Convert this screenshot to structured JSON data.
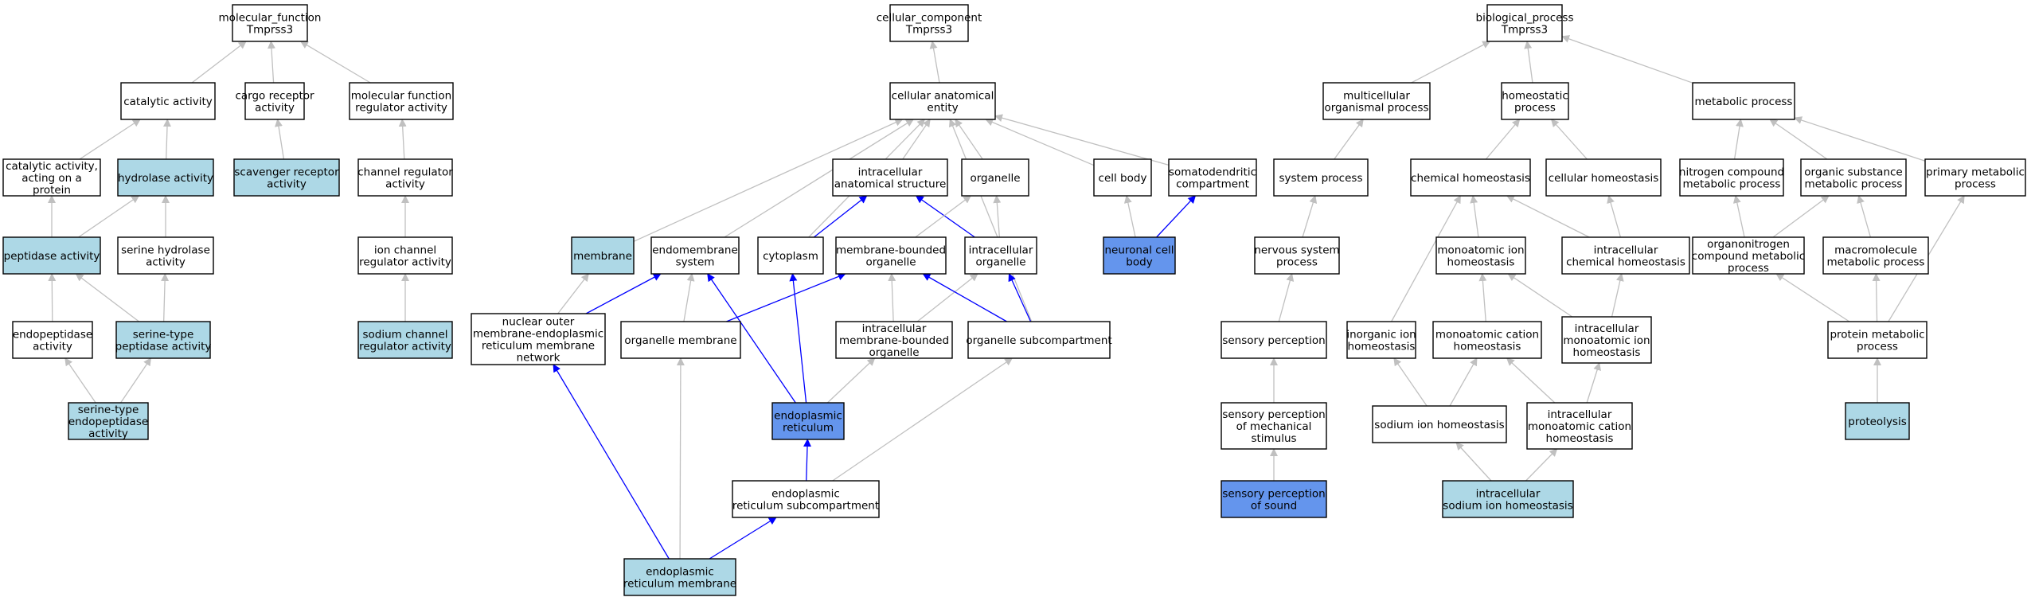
{
  "colors": {
    "plain": "#ffffff",
    "light": "#add8e6",
    "strong": "#6495ed",
    "edge_gray": "#c0c0c0",
    "edge_blue": "#0000ff"
  },
  "nodes": {
    "mf": {
      "lines": [
        "molecular_function",
        "Tmprss3"
      ],
      "fill": "plain"
    },
    "catalytic": {
      "lines": [
        "catalytic activity"
      ],
      "fill": "plain"
    },
    "cargo": {
      "lines": [
        "cargo receptor",
        "activity"
      ],
      "fill": "plain"
    },
    "mfreg": {
      "lines": [
        "molecular function",
        "regulator activity"
      ],
      "fill": "plain"
    },
    "catprot": {
      "lines": [
        "catalytic activity,",
        "acting on a",
        "protein"
      ],
      "fill": "plain"
    },
    "hydrolase": {
      "lines": [
        "hydrolase activity"
      ],
      "fill": "light"
    },
    "scavenger": {
      "lines": [
        "scavenger receptor",
        "activity"
      ],
      "fill": "light"
    },
    "chanreg": {
      "lines": [
        "channel regulator",
        "activity"
      ],
      "fill": "plain"
    },
    "peptidase": {
      "lines": [
        "peptidase activity"
      ],
      "fill": "light"
    },
    "serhyd": {
      "lines": [
        "serine hydrolase",
        "activity"
      ],
      "fill": "plain"
    },
    "ionchan": {
      "lines": [
        "ion channel",
        "regulator activity"
      ],
      "fill": "plain"
    },
    "endopep": {
      "lines": [
        "endopeptidase",
        "activity"
      ],
      "fill": "plain"
    },
    "serpep": {
      "lines": [
        "serine-type",
        "peptidase activity"
      ],
      "fill": "light"
    },
    "sodchan": {
      "lines": [
        "sodium channel",
        "regulator activity"
      ],
      "fill": "light"
    },
    "serendo": {
      "lines": [
        "serine-type",
        "endopeptidase",
        "activity"
      ],
      "fill": "light"
    },
    "cc": {
      "lines": [
        "cellular_component",
        "Tmprss3"
      ],
      "fill": "plain"
    },
    "cae": {
      "lines": [
        "cellular anatomical",
        "entity"
      ],
      "fill": "plain"
    },
    "ias": {
      "lines": [
        "intracellular",
        "anatomical structure"
      ],
      "fill": "plain"
    },
    "organelle": {
      "lines": [
        "organelle"
      ],
      "fill": "plain"
    },
    "cellbody": {
      "lines": [
        "cell body"
      ],
      "fill": "plain"
    },
    "somato": {
      "lines": [
        "somatodendritic",
        "compartment"
      ],
      "fill": "plain"
    },
    "membrane": {
      "lines": [
        "membrane"
      ],
      "fill": "light"
    },
    "endomem": {
      "lines": [
        "endomembrane",
        "system"
      ],
      "fill": "plain"
    },
    "cytoplasm": {
      "lines": [
        "cytoplasm"
      ],
      "fill": "plain"
    },
    "mbo": {
      "lines": [
        "membrane-bounded",
        "organelle"
      ],
      "fill": "plain"
    },
    "intraorg": {
      "lines": [
        "intracellular",
        "organelle"
      ],
      "fill": "plain"
    },
    "neuronal": {
      "lines": [
        "neuronal cell",
        "body"
      ],
      "fill": "strong"
    },
    "nuclear": {
      "lines": [
        "nuclear outer",
        "membrane-endoplasmic",
        "reticulum membrane",
        "network"
      ],
      "fill": "plain"
    },
    "orgmem": {
      "lines": [
        "organelle membrane"
      ],
      "fill": "plain"
    },
    "imbo": {
      "lines": [
        "intracellular",
        "membrane-bounded",
        "organelle"
      ],
      "fill": "plain"
    },
    "orgsub": {
      "lines": [
        "organelle subcompartment"
      ],
      "fill": "plain"
    },
    "er": {
      "lines": [
        "endoplasmic",
        "reticulum"
      ],
      "fill": "strong"
    },
    "ersub": {
      "lines": [
        "endoplasmic",
        "reticulum subcompartment"
      ],
      "fill": "plain"
    },
    "ermem": {
      "lines": [
        "endoplasmic",
        "reticulum membrane"
      ],
      "fill": "light"
    },
    "bp": {
      "lines": [
        "biological_process",
        "Tmprss3"
      ],
      "fill": "plain"
    },
    "multi": {
      "lines": [
        "multicellular",
        "organismal process"
      ],
      "fill": "plain"
    },
    "homeo": {
      "lines": [
        "homeostatic",
        "process"
      ],
      "fill": "plain"
    },
    "metab": {
      "lines": [
        "metabolic process"
      ],
      "fill": "plain"
    },
    "sysproc": {
      "lines": [
        "system process"
      ],
      "fill": "plain"
    },
    "chemhom": {
      "lines": [
        "chemical homeostasis"
      ],
      "fill": "plain"
    },
    "cellhom": {
      "lines": [
        "cellular homeostasis"
      ],
      "fill": "plain"
    },
    "nitro": {
      "lines": [
        "nitrogen compound",
        "metabolic process"
      ],
      "fill": "plain"
    },
    "orgsubst": {
      "lines": [
        "organic substance",
        "metabolic process"
      ],
      "fill": "plain"
    },
    "primary": {
      "lines": [
        "primary metabolic",
        "process"
      ],
      "fill": "plain"
    },
    "nervous": {
      "lines": [
        "nervous system",
        "process"
      ],
      "fill": "plain"
    },
    "monoion": {
      "lines": [
        "monoatomic ion",
        "homeostasis"
      ],
      "fill": "plain"
    },
    "icchem": {
      "lines": [
        "intracellular",
        "chemical homeostasis"
      ],
      "fill": "plain"
    },
    "organon": {
      "lines": [
        "organonitrogen",
        "compound metabolic",
        "process"
      ],
      "fill": "plain"
    },
    "macro": {
      "lines": [
        "macromolecule",
        "metabolic process"
      ],
      "fill": "plain"
    },
    "sensperc": {
      "lines": [
        "sensory perception"
      ],
      "fill": "plain"
    },
    "inorg": {
      "lines": [
        "inorganic ion",
        "homeostasis"
      ],
      "fill": "plain"
    },
    "monocat": {
      "lines": [
        "monoatomic cation",
        "homeostasis"
      ],
      "fill": "plain"
    },
    "icmonoion": {
      "lines": [
        "intracellular",
        "monoatomic ion",
        "homeostasis"
      ],
      "fill": "plain"
    },
    "protmet": {
      "lines": [
        "protein metabolic",
        "process"
      ],
      "fill": "plain"
    },
    "sensmech": {
      "lines": [
        "sensory perception",
        "of mechanical",
        "stimulus"
      ],
      "fill": "plain"
    },
    "sodhom": {
      "lines": [
        "sodium ion homeostasis"
      ],
      "fill": "plain"
    },
    "icmonocat": {
      "lines": [
        "intracellular",
        "monoatomic cation",
        "homeostasis"
      ],
      "fill": "plain"
    },
    "proteolysis": {
      "lines": [
        "proteolysis"
      ],
      "fill": "light"
    },
    "senssound": {
      "lines": [
        "sensory perception",
        "of sound"
      ],
      "fill": "strong"
    },
    "icsod": {
      "lines": [
        "intracellular",
        "sodium ion homeostasis"
      ],
      "fill": "light"
    }
  },
  "edges": [
    [
      "catalytic",
      "mf",
      "gray"
    ],
    [
      "cargo",
      "mf",
      "gray"
    ],
    [
      "mfreg",
      "mf",
      "gray"
    ],
    [
      "catprot",
      "catalytic",
      "gray"
    ],
    [
      "hydrolase",
      "catalytic",
      "gray"
    ],
    [
      "scavenger",
      "cargo",
      "gray"
    ],
    [
      "chanreg",
      "mfreg",
      "gray"
    ],
    [
      "peptidase",
      "catprot",
      "gray"
    ],
    [
      "peptidase",
      "hydrolase",
      "gray"
    ],
    [
      "serhyd",
      "hydrolase",
      "gray"
    ],
    [
      "ionchan",
      "chanreg",
      "gray"
    ],
    [
      "endopep",
      "peptidase",
      "gray"
    ],
    [
      "serpep",
      "peptidase",
      "gray"
    ],
    [
      "serpep",
      "serhyd",
      "gray"
    ],
    [
      "sodchan",
      "ionchan",
      "gray"
    ],
    [
      "serendo",
      "endopep",
      "gray"
    ],
    [
      "serendo",
      "serpep",
      "gray"
    ],
    [
      "cae",
      "cc",
      "gray"
    ],
    [
      "ias",
      "cae",
      "gray"
    ],
    [
      "organelle",
      "cae",
      "gray"
    ],
    [
      "cellbody",
      "cae",
      "gray"
    ],
    [
      "somato",
      "cae",
      "gray"
    ],
    [
      "membrane",
      "cae",
      "gray"
    ],
    [
      "endomem",
      "cae",
      "gray"
    ],
    [
      "cytoplasm",
      "cae",
      "gray"
    ],
    [
      "orgsub",
      "cae",
      "gray"
    ],
    [
      "cytoplasm",
      "ias",
      "blue"
    ],
    [
      "intraorg",
      "ias",
      "blue"
    ],
    [
      "mbo",
      "organelle",
      "gray"
    ],
    [
      "intraorg",
      "organelle",
      "gray"
    ],
    [
      "neuronal",
      "cellbody",
      "gray"
    ],
    [
      "neuronal",
      "somato",
      "blue"
    ],
    [
      "nuclear",
      "membrane",
      "gray"
    ],
    [
      "nuclear",
      "endomem",
      "blue"
    ],
    [
      "orgmem",
      "endomem",
      "gray"
    ],
    [
      "orgmem",
      "mbo",
      "blue"
    ],
    [
      "imbo",
      "mbo",
      "gray"
    ],
    [
      "imbo",
      "intraorg",
      "gray"
    ],
    [
      "orgsub",
      "mbo",
      "blue"
    ],
    [
      "orgsub",
      "intraorg",
      "blue"
    ],
    [
      "er",
      "endomem",
      "blue"
    ],
    [
      "er",
      "cytoplasm",
      "blue"
    ],
    [
      "er",
      "imbo",
      "gray"
    ],
    [
      "ersub",
      "er",
      "blue"
    ],
    [
      "ersub",
      "orgsub",
      "gray"
    ],
    [
      "ermem",
      "nuclear",
      "blue"
    ],
    [
      "ermem",
      "orgmem",
      "gray"
    ],
    [
      "ermem",
      "ersub",
      "blue"
    ],
    [
      "multi",
      "bp",
      "gray"
    ],
    [
      "homeo",
      "bp",
      "gray"
    ],
    [
      "metab",
      "bp",
      "gray"
    ],
    [
      "sysproc",
      "multi",
      "gray"
    ],
    [
      "chemhom",
      "homeo",
      "gray"
    ],
    [
      "cellhom",
      "homeo",
      "gray"
    ],
    [
      "nitro",
      "metab",
      "gray"
    ],
    [
      "orgsubst",
      "metab",
      "gray"
    ],
    [
      "primary",
      "metab",
      "gray"
    ],
    [
      "nervous",
      "sysproc",
      "gray"
    ],
    [
      "monoion",
      "chemhom",
      "gray"
    ],
    [
      "icchem",
      "chemhom",
      "gray"
    ],
    [
      "icchem",
      "cellhom",
      "gray"
    ],
    [
      "organon",
      "nitro",
      "gray"
    ],
    [
      "organon",
      "orgsubst",
      "gray"
    ],
    [
      "macro",
      "orgsubst",
      "gray"
    ],
    [
      "sensperc",
      "nervous",
      "gray"
    ],
    [
      "inorg",
      "chemhom",
      "gray"
    ],
    [
      "monocat",
      "monoion",
      "gray"
    ],
    [
      "icmonoion",
      "monoion",
      "gray"
    ],
    [
      "icmonoion",
      "icchem",
      "gray"
    ],
    [
      "protmet",
      "organon",
      "gray"
    ],
    [
      "protmet",
      "macro",
      "gray"
    ],
    [
      "protmet",
      "primary",
      "gray"
    ],
    [
      "sensmech",
      "sensperc",
      "gray"
    ],
    [
      "sodhom",
      "inorg",
      "gray"
    ],
    [
      "sodhom",
      "monocat",
      "gray"
    ],
    [
      "icmonocat",
      "monocat",
      "gray"
    ],
    [
      "icmonocat",
      "icmonoion",
      "gray"
    ],
    [
      "proteolysis",
      "protmet",
      "gray"
    ],
    [
      "senssound",
      "sensmech",
      "gray"
    ],
    [
      "icsod",
      "sodhom",
      "gray"
    ],
    [
      "icsod",
      "icmonocat",
      "gray"
    ]
  ]
}
